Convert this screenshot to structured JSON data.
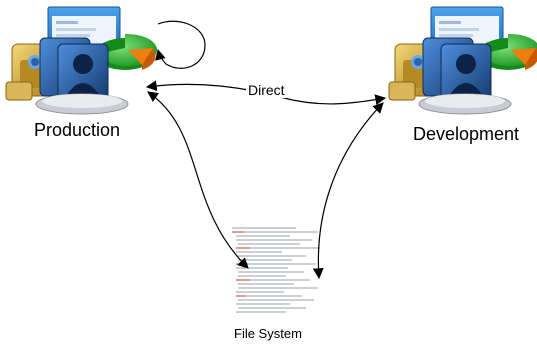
{
  "nodes": {
    "production": {
      "label": "Production"
    },
    "development": {
      "label": "Development"
    },
    "file_system": {
      "label": "File System"
    }
  },
  "edges": {
    "direct": {
      "label": "Direct"
    }
  },
  "colors": {
    "window_blue": "#1a73c6",
    "pie_green": "#21b12a",
    "pie_orange": "#f07d10",
    "lock_gold": "#c9a22a",
    "contact_blue": "#1e5aa8",
    "line": "#000000"
  },
  "icons": {
    "production": "server-stack-icon",
    "development": "server-stack-icon",
    "file_system": "xml-document-icon"
  }
}
